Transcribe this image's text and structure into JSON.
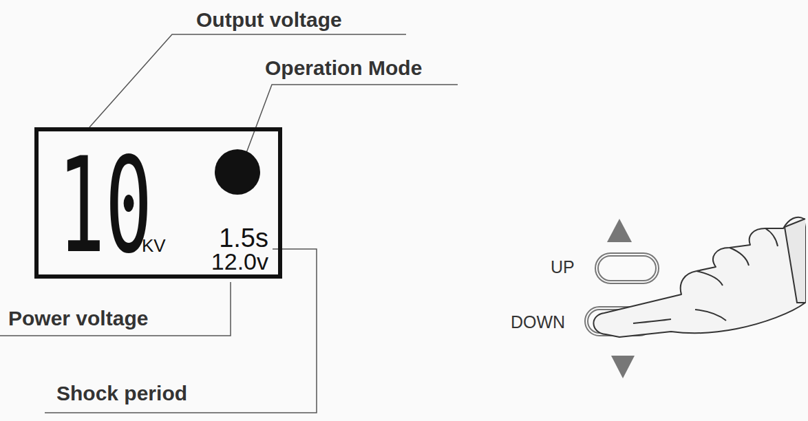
{
  "diagram": {
    "nodes": [
      {
        "text": [
          "10",
          "KV",
          "1.5s",
          "12.0v"
        ]
      }
    ],
    "labels": [
      "Output voltage",
      "Operation Mode",
      "Power voltage",
      "Shock period",
      "UP",
      "DOWN"
    ]
  }
}
